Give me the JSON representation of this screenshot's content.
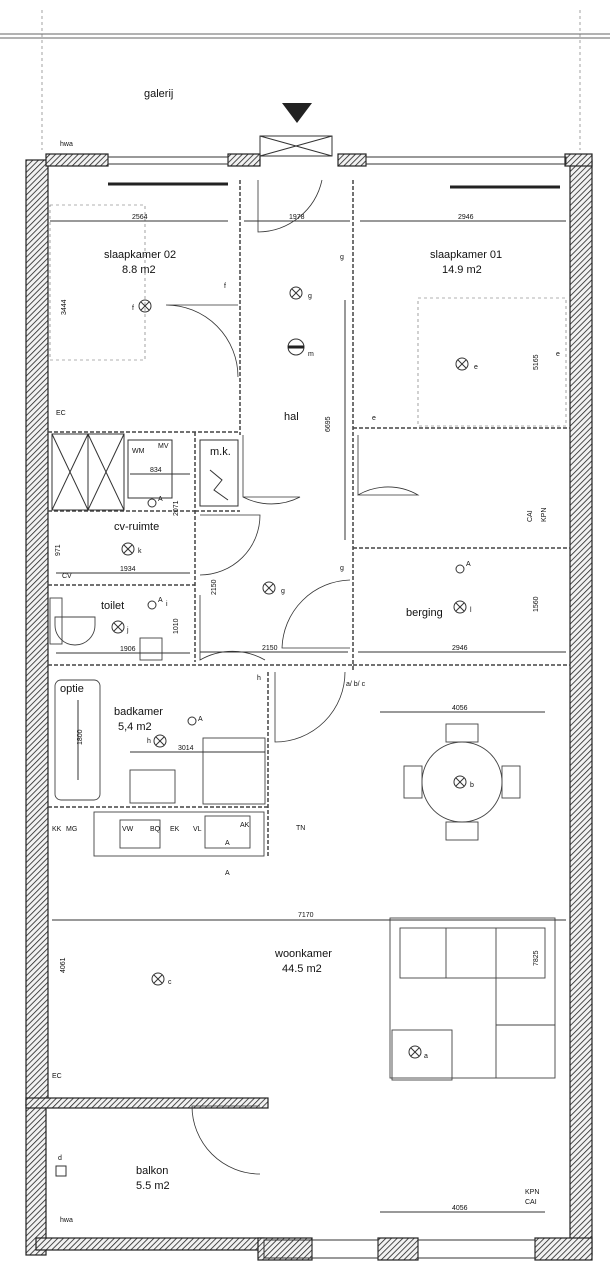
{
  "rooms": {
    "slaapkamer02": {
      "name": "slaapkamer 02",
      "area": "8.8 m2"
    },
    "slaapkamer01": {
      "name": "slaapkamer 01",
      "area": "14.9 m2"
    },
    "hal": {
      "name": "hal"
    },
    "mk": {
      "name": "m.k."
    },
    "cvruimte": {
      "name": "cv-ruimte"
    },
    "toilet": {
      "name": "toilet"
    },
    "berging": {
      "name": "berging"
    },
    "badkamer": {
      "name": "badkamer",
      "area": "5,4 m2"
    },
    "woonkamer": {
      "name": "woonkamer",
      "area": "44.5 m2"
    },
    "balkon": {
      "name": "balkon",
      "area": "5.5 m2"
    }
  },
  "labels": {
    "galerij": "galerij",
    "hwa_top": "hwa",
    "hwa_bottom": "hwa",
    "optie": "optie",
    "wm": "WM",
    "mv": "MV",
    "cv": "CV",
    "ec_1": "EC",
    "ec_2": "EC",
    "kk": "KK",
    "mg": "MG",
    "vw": "VW",
    "bq": "BQ",
    "ek": "EK",
    "vl": "VL",
    "ak": "AK",
    "tn": "TN",
    "cai_1": "CAI",
    "kpn_1": "KPN",
    "kpn_2": "KPN",
    "cai_2": "CAI",
    "m": "m",
    "s_a1": "A",
    "s_a2": "A",
    "s_a3": "A",
    "s_a4": "A",
    "s_a5": "A",
    "s_a6": "A",
    "s_f": "f",
    "s_f2": "f",
    "s_g": "g",
    "s_g2": "g",
    "s_g3": "g",
    "s_g4": "g",
    "s_e": "e",
    "s_e2": "e",
    "s_e3": "e",
    "s_k": "k",
    "s_j": "j",
    "s_l": "l",
    "s_h": "h",
    "s_h2": "h",
    "s_b": "b",
    "s_c": "c",
    "s_a": "a",
    "s_d": "d",
    "s_abc": "a/ b/ c",
    "s_i": "i"
  },
  "dimensions": {
    "d2564": "2564",
    "d3444": "3444",
    "d1978": "1978",
    "d6695": "6695",
    "d2946_top": "2946",
    "d5165": "5165",
    "d834": "834",
    "d2071": "2071",
    "d971": "971",
    "d1934": "1934",
    "d2150_v": "2150",
    "d1010": "1010",
    "d1906": "1906",
    "d2150_h": "2150",
    "d1560": "1560",
    "d2946_mid": "2946",
    "d1800": "1800",
    "d3014": "3014",
    "d4056_top": "4056",
    "d7170": "7170",
    "d4061": "4061",
    "d7825": "7825",
    "d4056_bottom": "4056"
  }
}
